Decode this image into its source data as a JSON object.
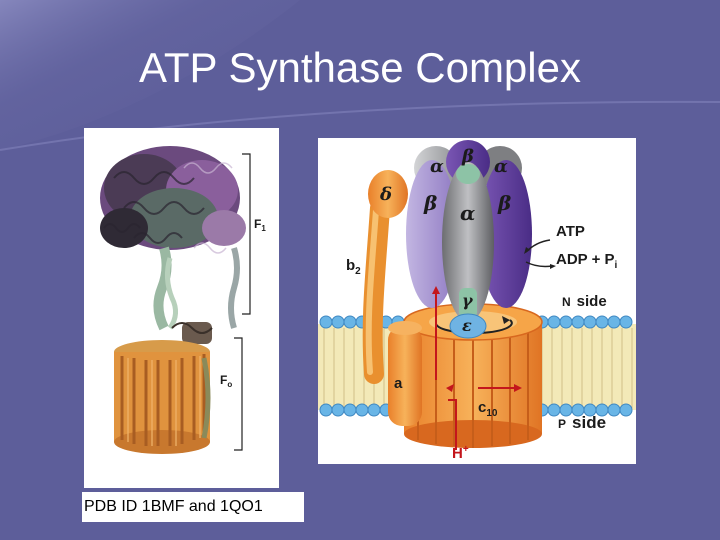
{
  "slide": {
    "title": "ATP Synthase Complex",
    "caption": "PDB ID 1BMF and 1QO1",
    "colors": {
      "background": "#5d5e9a",
      "title": "#ffffff"
    }
  },
  "left_figure": {
    "label_f1": "F",
    "label_f1_sub": "1",
    "label_fo": "F",
    "label_fo_sub": "o"
  },
  "right_figure": {
    "alpha": "α",
    "beta": "β",
    "delta": "δ",
    "gamma": "γ",
    "epsilon": "ε",
    "b2": "b",
    "b2_sub": "2",
    "atp": "ATP",
    "adp_pi": "ADP + P",
    "adp_pi_sub": "i",
    "n_side_letter": "N",
    "n_side_word": "side",
    "p_side_letter": "P",
    "p_side_word": "side",
    "a_label": "a",
    "c10": "c",
    "c10_sub": "10",
    "h_plus": "H",
    "h_plus_sup": "+"
  }
}
